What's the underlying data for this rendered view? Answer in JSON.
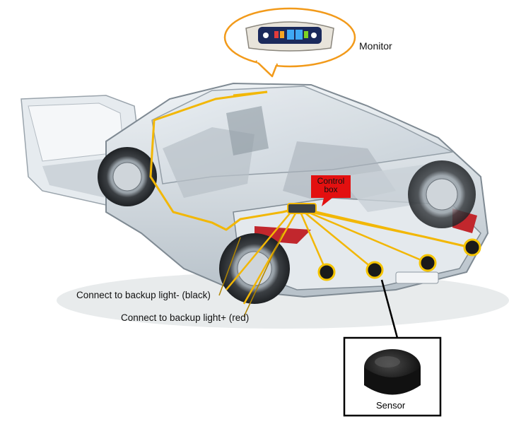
{
  "labels": {
    "monitor": "Monitor",
    "control_box": [
      "Control",
      "box"
    ],
    "backup_black": "Connect to backup light- (black)",
    "backup_red": "Connect to backup light+ (red)",
    "sensor": "Sensor"
  },
  "colors": {
    "wire": "#f2b705",
    "callout_outline": "#f29a1a",
    "control_box_fill": "#e31010",
    "sensor_ring": "#f5c400",
    "car_body": "#d6dde3"
  },
  "icons": [
    "monitor-icon",
    "control-box-icon",
    "sensor-icon"
  ],
  "sensor_count": 4
}
